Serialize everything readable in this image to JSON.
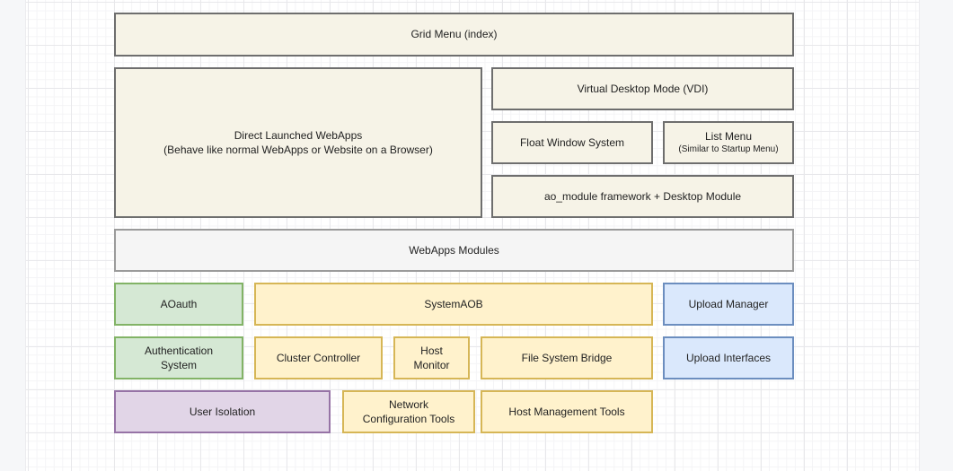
{
  "palette": {
    "margin_bg": "#f6f7f9",
    "page_bg": "#ffffff",
    "grid_minor": "#f4f4f6",
    "grid_major": "#e8e8eb",
    "text": "#222222",
    "cream_fill": "#f6f3e7",
    "cream_stroke": "#6e6e6e",
    "gray_fill": "#f5f5f5",
    "gray_stroke": "#9b9b9b",
    "green_fill": "#d5e8d4",
    "green_stroke": "#82b366",
    "yellow_fill": "#fff2cc",
    "yellow_stroke": "#d6b656",
    "blue_fill": "#dae8fc",
    "blue_stroke": "#6c8ebf",
    "purple_fill": "#e1d5e7",
    "purple_stroke": "#9673a6"
  },
  "nodes": {
    "grid_menu": {
      "label": "Grid Menu (index)"
    },
    "direct_webapps": {
      "label": "Direct Launched WebApps",
      "sublabel": "(Behave like normal WebApps or Website on a Browser)"
    },
    "vdi": {
      "label": "Virtual Desktop Mode (VDI)"
    },
    "float_window": {
      "label": "Float Window System"
    },
    "list_menu": {
      "label": "List Menu",
      "sublabel": "(Similar to Startup Menu)"
    },
    "ao_module": {
      "label": "ao_module framework + Desktop Module"
    },
    "webapps_modules": {
      "label": "WebApps Modules"
    },
    "aoauth": {
      "label": "AOauth"
    },
    "systemaob": {
      "label": "SystemAOB"
    },
    "upload_manager": {
      "label": "Upload Manager"
    },
    "auth_system": {
      "label": "Authentication System"
    },
    "cluster_controller": {
      "label": "Cluster Controller"
    },
    "host_monitor": {
      "label": "Host Monitor"
    },
    "fs_bridge": {
      "label": "File System Bridge"
    },
    "upload_interfaces": {
      "label": "Upload Interfaces"
    },
    "user_isolation": {
      "label": "User Isolation"
    },
    "network_config": {
      "label": "Network Configuration Tools"
    },
    "host_mgmt": {
      "label": "Host Management Tools"
    }
  }
}
